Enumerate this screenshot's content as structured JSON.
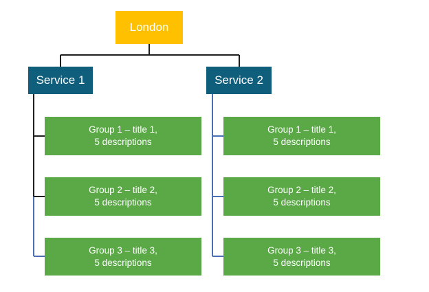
{
  "root": {
    "label": "London",
    "color": "#ffc000"
  },
  "services": [
    {
      "label": "Service 1",
      "color": "#0f5e7b",
      "groups": [
        {
          "line1": "Group 1 – title 1,",
          "line2": "5 descriptions"
        },
        {
          "line1": "Group 2 – title 2,",
          "line2": "5 descriptions"
        },
        {
          "line1": "Group 3 – title 3,",
          "line2": "5 descriptions"
        }
      ]
    },
    {
      "label": "Service 2",
      "color": "#0f5e7b",
      "groups": [
        {
          "line1": "Group 1 – title 1,",
          "line2": "5 descriptions"
        },
        {
          "line1": "Group 2 – title 2,",
          "line2": "5 descriptions"
        },
        {
          "line1": "Group 3 – title 3,",
          "line2": "5 descriptions"
        }
      ]
    }
  ],
  "colors": {
    "group": "#5aa846",
    "connector_dark": "#1f1f1f",
    "connector_blue": "#4a6fb5"
  }
}
